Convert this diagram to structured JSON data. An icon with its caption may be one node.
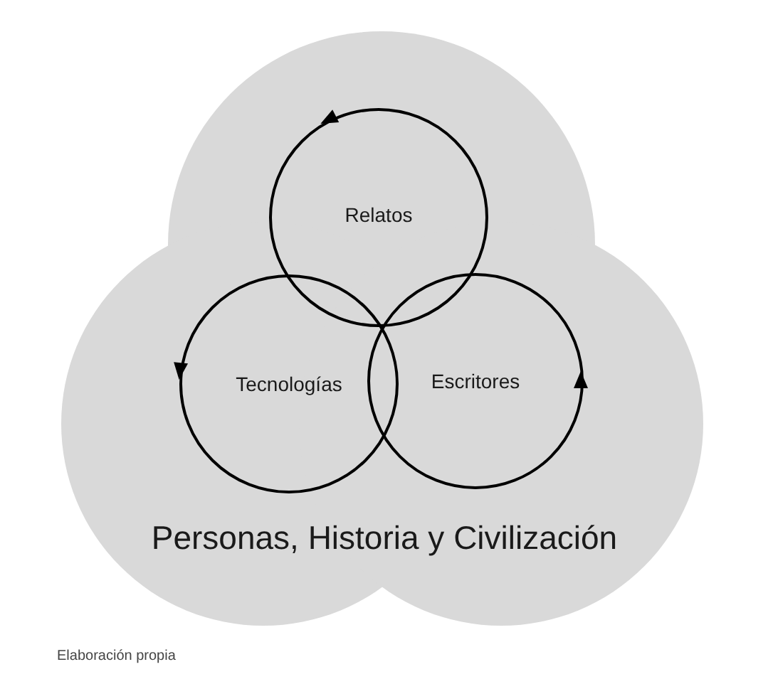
{
  "diagram": {
    "caption": "Elaboración propia",
    "nodes": [
      {
        "text": [
          "Personas, Historia y Civilización"
        ]
      },
      {
        "text": [
          "Relatos"
        ],
        "in": 0
      },
      {
        "text": [
          "Tecnologías"
        ],
        "in": 0
      },
      {
        "text": [
          "Escritores"
        ],
        "in": 0
      }
    ]
  }
}
